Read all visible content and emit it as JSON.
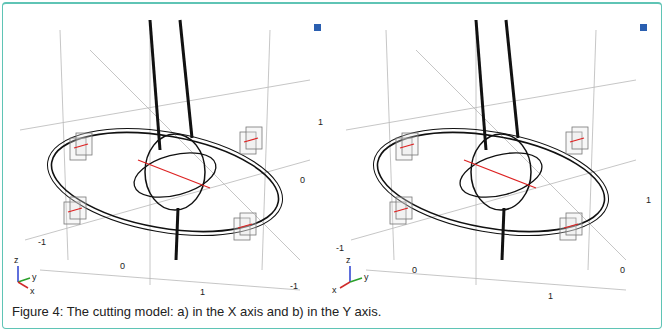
{
  "diagram": {
    "caption": "Figure 4: The cutting model: a) in the X axis and b) in the Y axis.",
    "labels": [
      "1",
      "0",
      "-1",
      "0",
      "1",
      "-1",
      "z",
      "y",
      "x",
      "1",
      "0",
      "-1",
      "0",
      "1",
      "z",
      "x",
      "y"
    ]
  }
}
